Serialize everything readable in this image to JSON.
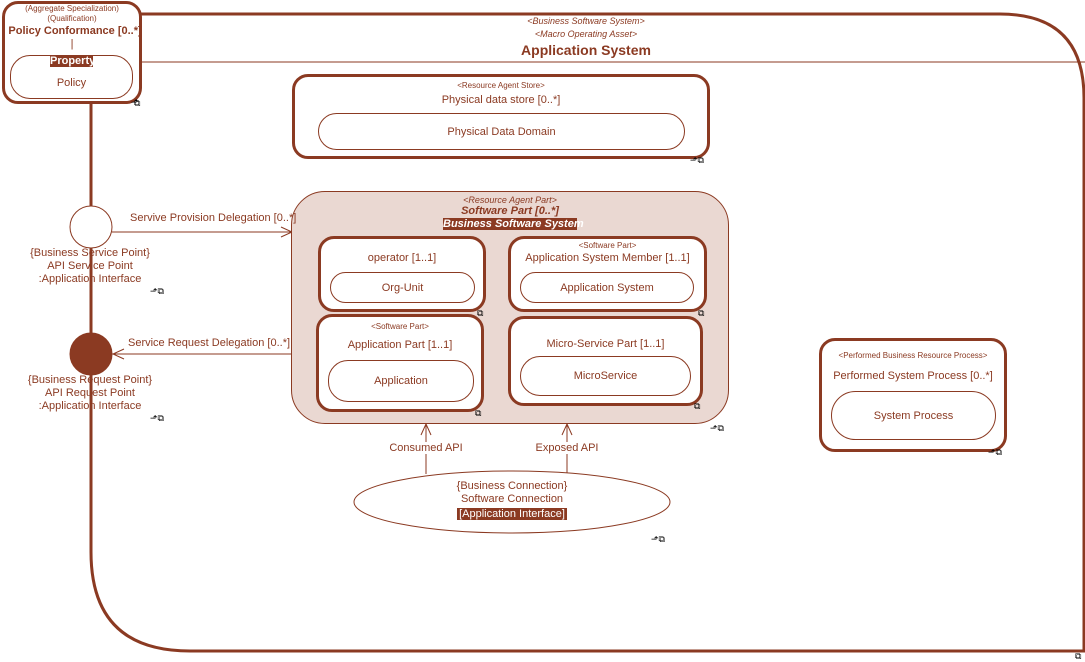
{
  "system": {
    "stereotype1": "<Business Software System>",
    "stereotype2": "<Macro Operating Asset>",
    "title": "Application System"
  },
  "policy": {
    "line1": "(Aggregate Specialization)",
    "line2": "(Qualification)",
    "line3": "| Policy Conformance [0..*]",
    "line4": "|",
    "property_tag": "Property",
    "inner": "Policy"
  },
  "data_store": {
    "stereotype": "<Resource Agent Store>",
    "title": "Physical data store [0..*]",
    "inner": "Physical Data Domain"
  },
  "software_part": {
    "stereotype": "<Resource Agent Part>",
    "title": "Software Part [0..*]",
    "type": "Business Software System"
  },
  "operator": {
    "title": "operator [1..1]",
    "inner": "Org-Unit"
  },
  "app_member": {
    "stereotype": "<Software Part>",
    "title": "Application System Member [1..1]",
    "inner": "Application System"
  },
  "app_part": {
    "stereotype": "<Software Part>",
    "title": "Application Part [1..1]",
    "inner": "Application"
  },
  "micro_part": {
    "title": "Micro-Service Part [1..1]",
    "inner": "MicroService"
  },
  "process": {
    "stereotype": "<Performed Business Resource Process>",
    "title": "Performed System Process [0..*]",
    "inner": "System Process"
  },
  "service_point": {
    "line1": "{Business Service Point}",
    "line2": "API Service Point",
    "line3": ":Application Interface",
    "delegation": "Servive Provision Delegation [0..*]"
  },
  "request_point": {
    "line1": "{Business Request Point}",
    "line2": "API Request Point",
    "line3": ":Application Interface",
    "delegation": "Service Request Delegation [0..*]"
  },
  "connection": {
    "line1": "{Business Connection}",
    "line2": "Software Connection",
    "line3": "[Application Interface]",
    "consumed": "Consumed API",
    "exposed": "Exposed API"
  },
  "colors": {
    "accent": "#8b3a22",
    "part_fill": "#ead8d2",
    "background": "#ffffff"
  },
  "icons": [
    "link-icon",
    "expand-icon"
  ]
}
